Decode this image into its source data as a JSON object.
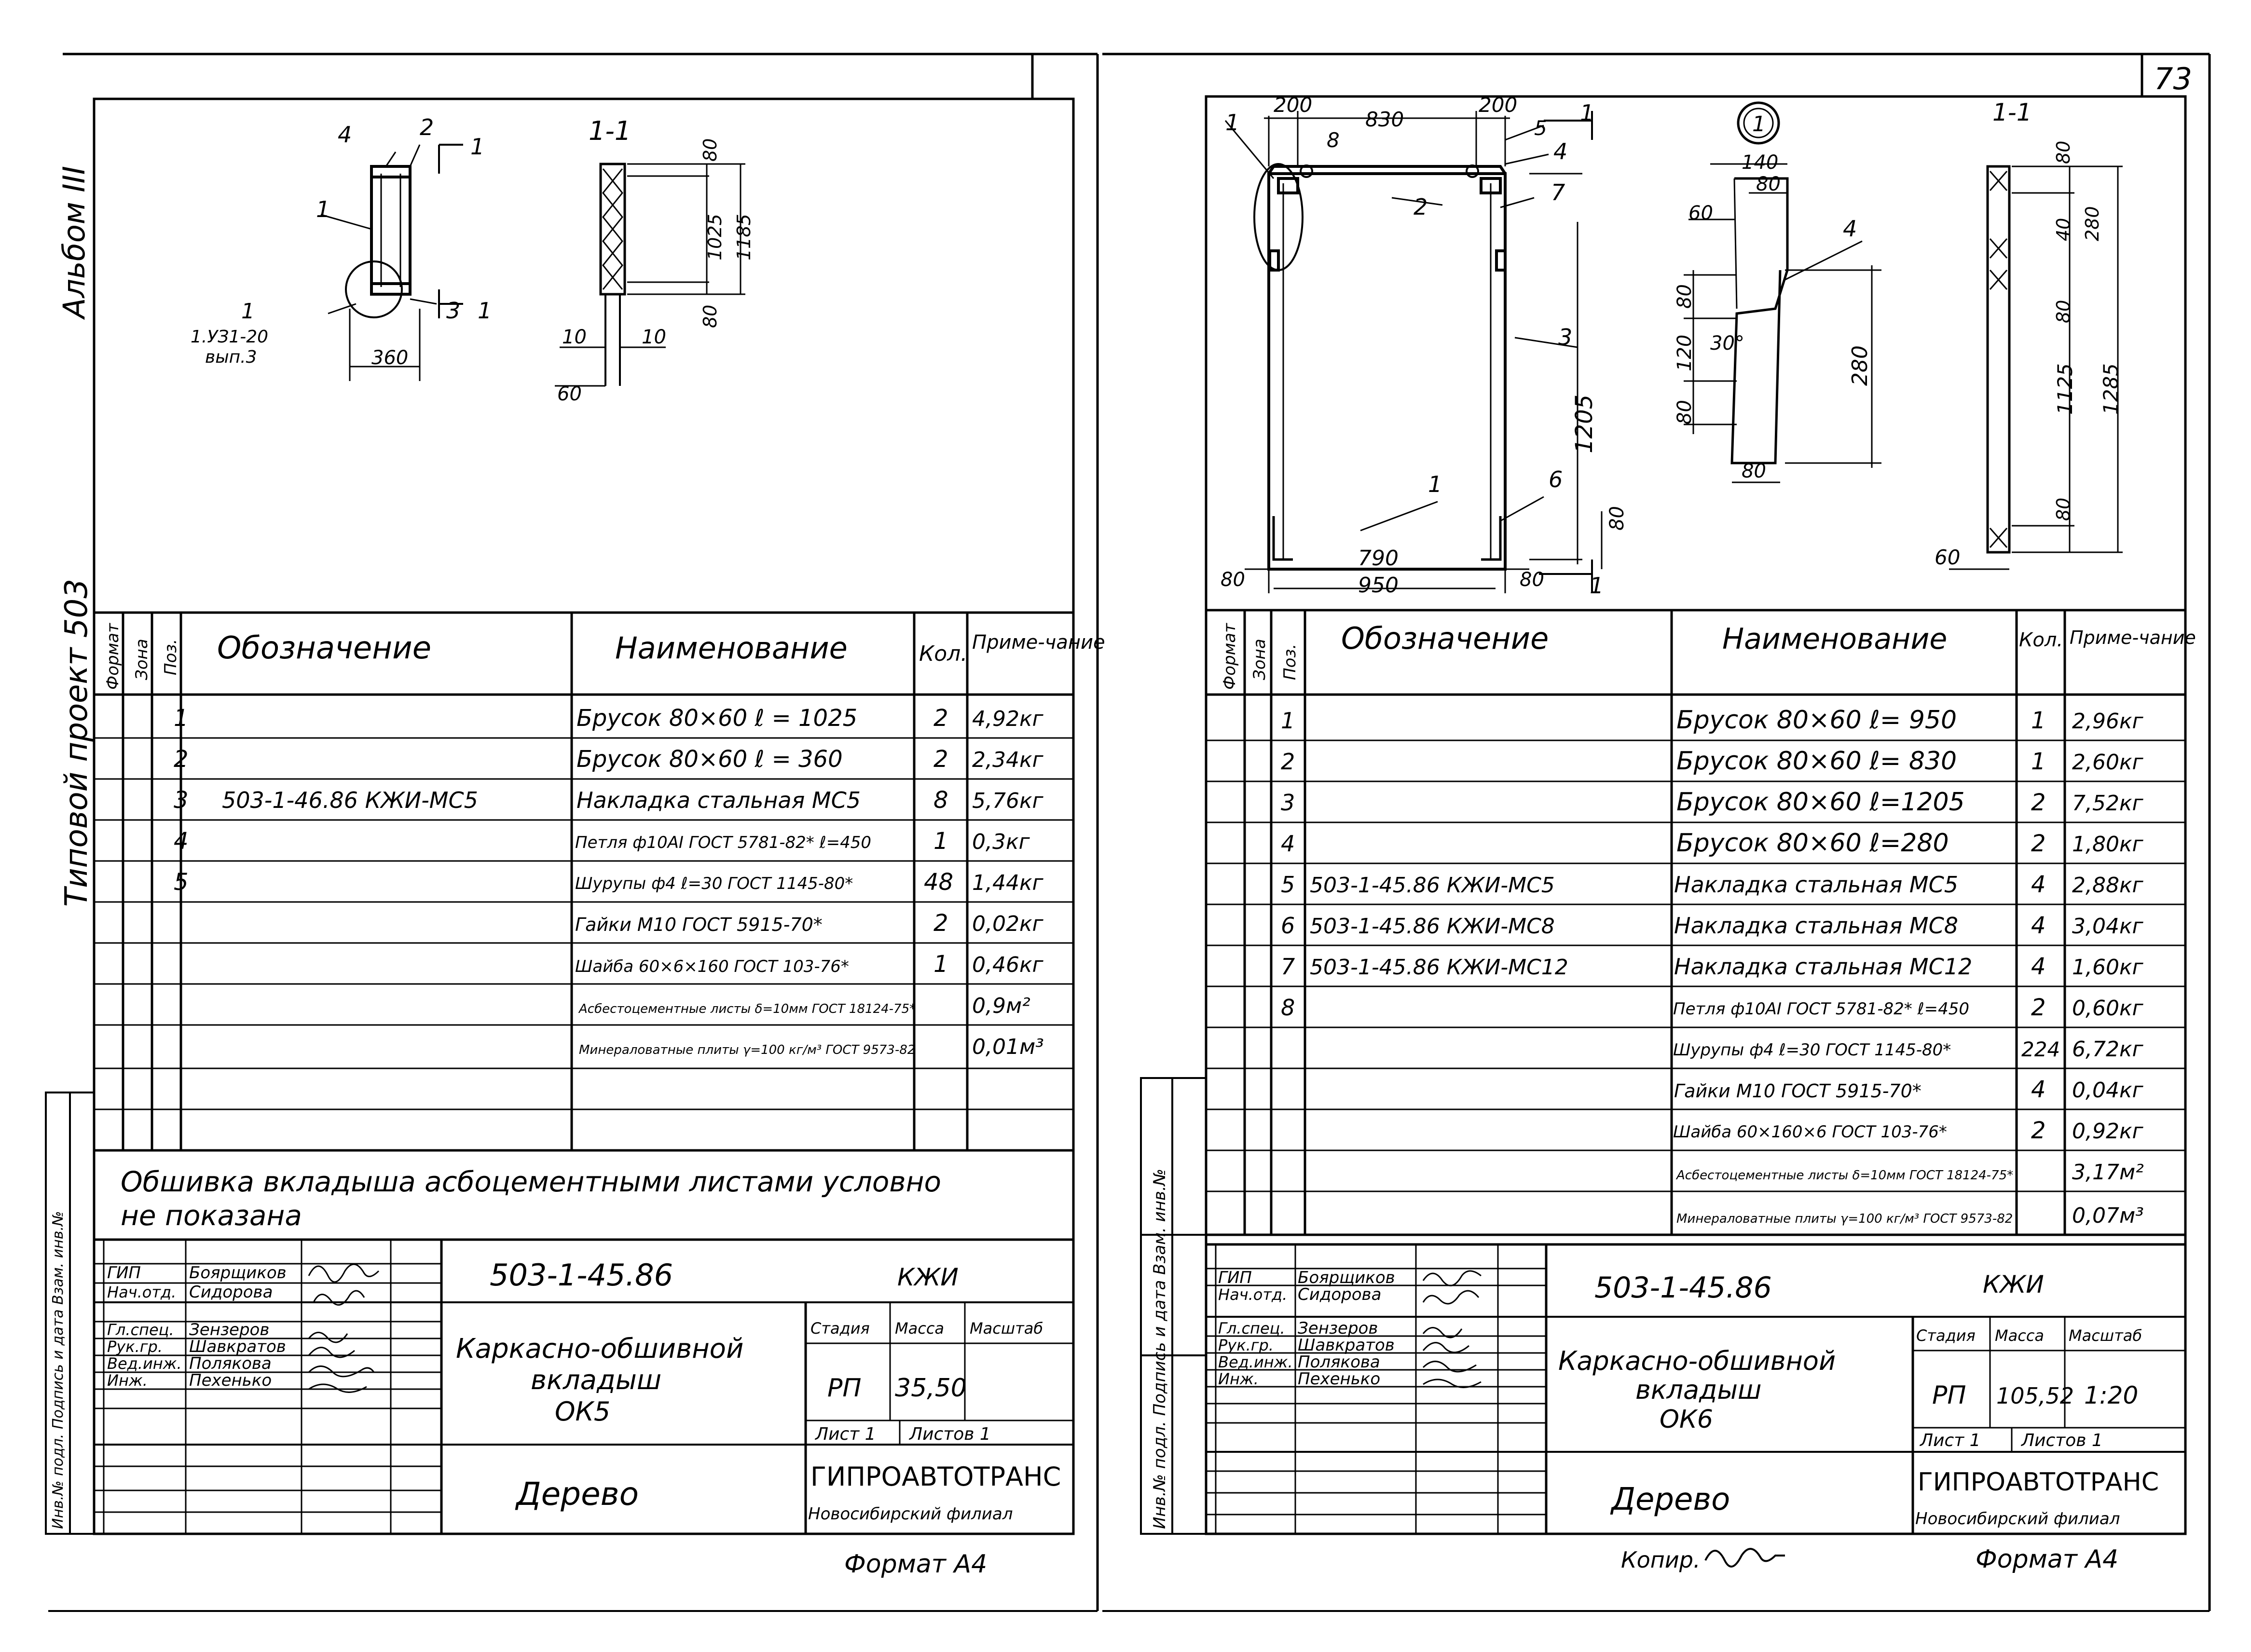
{
  "page_number": "73",
  "left_sheet": {
    "side_labels": {
      "album": "Альбом III",
      "project": "Типовой проект 503"
    },
    "drawing": {
      "section_label": "1-1",
      "callouts": [
        "4",
        "2",
        "1",
        "1",
        "3",
        "1"
      ],
      "node_ref": {
        "num": "1",
        "ref": "1.УЗ1-20",
        "issue": "вып.3"
      },
      "dims": {
        "width": "360",
        "d80_top": "80",
        "d80_bot": "80",
        "d1025": "1025",
        "d1185": "1185",
        "d10a": "10",
        "d10b": "10",
        "d60": "60"
      }
    },
    "spec_headers": {
      "format": "Формат",
      "zone": "Зона",
      "pos": "Поз.",
      "designation": "Обозначение",
      "name": "Наименование",
      "qty": "Кол.",
      "note": "Приме-чание"
    },
    "spec_rows": [
      {
        "pos": "1",
        "designation": "",
        "name": "Брусок 80×60 ℓ = 1025",
        "qty": "2",
        "note": "4,92кг"
      },
      {
        "pos": "2",
        "designation": "",
        "name": "Брусок 80×60 ℓ = 360",
        "qty": "2",
        "note": "2,34кг"
      },
      {
        "pos": "3",
        "designation": "503-1-46.86 КЖИ-МС5",
        "name": "Накладка стальная МС5",
        "qty": "8",
        "note": "5,76кг"
      },
      {
        "pos": "4",
        "designation": "",
        "name": "Петля ф10АI ГОСТ 5781-82* ℓ=450",
        "qty": "1",
        "note": "0,3кг"
      },
      {
        "pos": "5",
        "designation": "",
        "name": "Шурупы ф4 ℓ=30 ГОСТ 1145-80*",
        "qty": "48",
        "note": "1,44кг"
      },
      {
        "pos": "",
        "designation": "",
        "name": "Гайки М10 ГОСТ 5915-70*",
        "qty": "2",
        "note": "0,02кг"
      },
      {
        "pos": "",
        "designation": "",
        "name": "Шайба 60×6×160 ГОСТ 103-76*",
        "qty": "1",
        "note": "0,46кг"
      },
      {
        "pos": "",
        "designation": "",
        "name": "Асбестоцементные листы δ=10мм ГОСТ 18124-75*",
        "qty": "",
        "note": "0,9м²"
      },
      {
        "pos": "",
        "designation": "",
        "name": "Минераловатные плиты γ=100 кг/м³ ГОСТ 9573-82",
        "qty": "",
        "note": "0,01м³"
      },
      {
        "pos": "",
        "designation": "",
        "name": "",
        "qty": "",
        "note": ""
      }
    ],
    "note": {
      "line1": "Обшивка вкладыша асбоцементными листами условно",
      "line2": "не показана"
    },
    "staff": [
      {
        "role": "ГИП",
        "name": "Боярщиков"
      },
      {
        "role": "Нач.отд.",
        "name": "Сидорова"
      },
      {
        "role": "Гл.спец.",
        "name": "Зензеров"
      },
      {
        "role": "Рук.гр.",
        "name": "Шавкратов"
      },
      {
        "role": "Вед.инж.",
        "name": "Полякова"
      },
      {
        "role": "Инж.",
        "name": "Пехенько"
      }
    ],
    "title_block": {
      "doc_code": "503-1-45.86",
      "doc_mark": "КЖИ",
      "title_l1": "Каркасно-обшивной",
      "title_l2": "вкладыш",
      "title_l3": "ОК5",
      "stage_h": "Стадия",
      "mass_h": "Масса",
      "scale_h": "Масштаб",
      "stage": "РП",
      "mass": "35,50",
      "scale": "",
      "sheet": "Лист 1",
      "sheets": "Листов 1",
      "material": "Дерево",
      "org": "ГИПРОАВТОТРАНС",
      "branch": "Новосибирский филиал"
    },
    "format": "Формат А4",
    "side_stamp": "Инв.№ подл.   Подпись и дата   Взам. инв.№"
  },
  "right_sheet": {
    "drawing": {
      "section_label": "1-1",
      "node_mark": "1",
      "callouts": [
        "1",
        "8",
        "2",
        "5",
        "4",
        "7",
        "3",
        "1",
        "6",
        "1",
        "4"
      ],
      "dims": {
        "d200a": "200",
        "d830": "830",
        "d200b": "200",
        "d1205": "1205",
        "d80": "80",
        "d790": "790",
        "d950": "950",
        "d80l": "80",
        "d80r": "80",
        "n140": "140",
        "n80": "80",
        "n60": "60",
        "n30": "30°",
        "n80b": "80",
        "n120": "120",
        "n80c": "80",
        "n280": "280",
        "n80d": "80",
        "s80a": "80",
        "s40": "40",
        "s280": "280",
        "s80b": "80",
        "s1125": "1125",
        "s1285": "1285",
        "s80c": "80",
        "s60": "60"
      }
    },
    "spec_headers": {
      "format": "Формат",
      "zone": "Зона",
      "pos": "Поз.",
      "designation": "Обозначение",
      "name": "Наименование",
      "qty": "Кол.",
      "note": "Приме-чание"
    },
    "spec_rows": [
      {
        "pos": "1",
        "designation": "",
        "name": "Брусок 80×60 ℓ= 950",
        "qty": "1",
        "note": "2,96кг"
      },
      {
        "pos": "2",
        "designation": "",
        "name": "Брусок 80×60 ℓ= 830",
        "qty": "1",
        "note": "2,60кг"
      },
      {
        "pos": "3",
        "designation": "",
        "name": "Брусок 80×60 ℓ=1205",
        "qty": "2",
        "note": "7,52кг"
      },
      {
        "pos": "4",
        "designation": "",
        "name": "Брусок 80×60 ℓ=280",
        "qty": "2",
        "note": "1,80кг"
      },
      {
        "pos": "5",
        "designation": "503-1-45.86 КЖИ-МС5",
        "name": "Накладка стальная МС5",
        "qty": "4",
        "note": "2,88кг"
      },
      {
        "pos": "6",
        "designation": "503-1-45.86 КЖИ-МС8",
        "name": "Накладка стальная МС8",
        "qty": "4",
        "note": "3,04кг"
      },
      {
        "pos": "7",
        "designation": "503-1-45.86 КЖИ-МС12",
        "name": "Накладка стальная МС12",
        "qty": "4",
        "note": "1,60кг"
      },
      {
        "pos": "8",
        "designation": "",
        "name": "Петля ф10АI ГОСТ 5781-82* ℓ=450",
        "qty": "2",
        "note": "0,60кг"
      },
      {
        "pos": "",
        "designation": "",
        "name": "Шурупы ф4 ℓ=30 ГОСТ 1145-80*",
        "qty": "224",
        "note": "6,72кг"
      },
      {
        "pos": "",
        "designation": "",
        "name": "Гайки М10 ГОСТ 5915-70*",
        "qty": "4",
        "note": "0,04кг"
      },
      {
        "pos": "",
        "designation": "",
        "name": "Шайба 60×160×6 ГОСТ 103-76*",
        "qty": "2",
        "note": "0,92кг"
      },
      {
        "pos": "",
        "designation": "",
        "name": "Асбестоцементные листы δ=10мм ГОСТ 18124-75*",
        "qty": "",
        "note": "3,17м²"
      },
      {
        "pos": "",
        "designation": "",
        "name": "Минераловатные плиты γ=100 кг/м³ ГОСТ 9573-82",
        "qty": "",
        "note": "0,07м³"
      }
    ],
    "staff": [
      {
        "role": "ГИП",
        "name": "Боярщиков"
      },
      {
        "role": "Нач.отд.",
        "name": "Сидорова"
      },
      {
        "role": "Гл.спец.",
        "name": "Зензеров"
      },
      {
        "role": "Рук.гр.",
        "name": "Шавкратов"
      },
      {
        "role": "Вед.инж.",
        "name": "Полякова"
      },
      {
        "role": "Инж.",
        "name": "Пехенько"
      }
    ],
    "title_block": {
      "doc_code": "503-1-45.86",
      "doc_mark": "КЖИ",
      "title_l1": "Каркасно-обшивной",
      "title_l2": "вкладыш",
      "title_l3": "ОК6",
      "stage_h": "Стадия",
      "mass_h": "Масса",
      "scale_h": "Масштаб",
      "stage": "РП",
      "mass": "105,52",
      "scale": "1:20",
      "sheet": "Лист 1",
      "sheets": "Листов 1",
      "material": "Дерево",
      "org": "ГИПРОАВТОТРАНС",
      "branch": "Новосибирский филиал"
    },
    "copied": "Копир.",
    "format": "Формат А4",
    "side_stamp": "Инв.№ подл.   Подпись и дата   Взам. инв.№"
  }
}
